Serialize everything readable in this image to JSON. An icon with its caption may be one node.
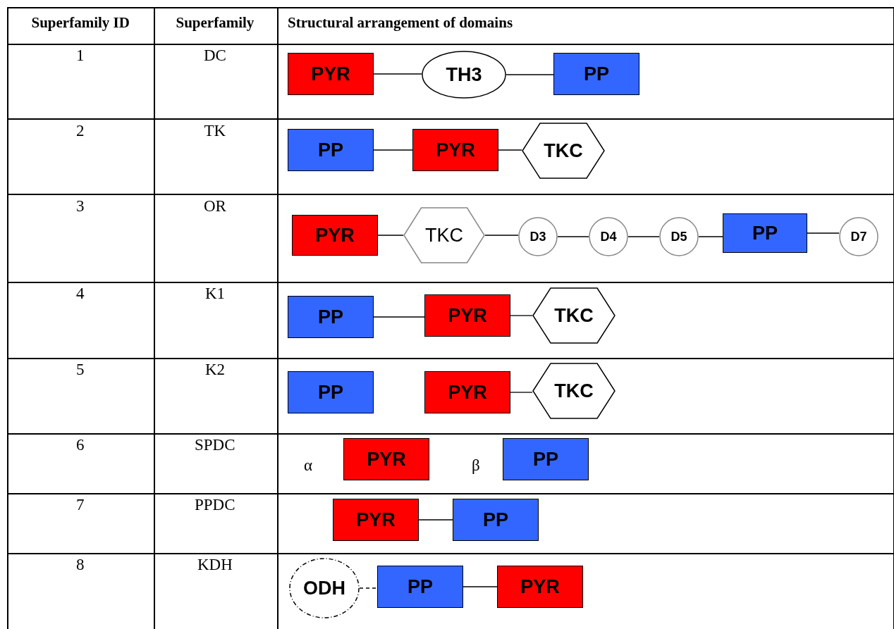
{
  "diagram": {
    "nodes": [
      {
        "text": [
          "PYR"
        ]
      },
      {
        "text": [
          "TH3"
        ]
      },
      {
        "text": [
          "PP"
        ]
      },
      {
        "text": [
          "PP"
        ]
      },
      {
        "text": [
          "PYR"
        ]
      },
      {
        "text": [
          "TKC"
        ]
      },
      {
        "text": [
          "PYR"
        ]
      },
      {
        "text": [
          "TKC"
        ]
      },
      {
        "text": [
          "D3"
        ]
      },
      {
        "text": [
          "D4"
        ]
      },
      {
        "text": [
          "D5"
        ]
      },
      {
        "text": [
          "PP"
        ]
      },
      {
        "text": [
          "D7"
        ]
      },
      {
        "text": [
          "PP"
        ]
      },
      {
        "text": [
          "PYR"
        ]
      },
      {
        "text": [
          "TKC"
        ]
      },
      {
        "text": [
          "PP"
        ]
      },
      {
        "text": [
          "PYR"
        ]
      },
      {
        "text": [
          "TKC"
        ]
      },
      {
        "text": [
          "PYR"
        ]
      },
      {
        "text": [
          "PP"
        ]
      },
      {
        "text": [
          "PYR"
        ]
      },
      {
        "text": [
          "PP"
        ]
      },
      {
        "text": [
          "ODH"
        ]
      },
      {
        "text": [
          "PP"
        ]
      },
      {
        "text": [
          "PYR"
        ]
      }
    ],
    "edges": [
      {
        "from": 0,
        "to": 1,
        "arrow": "none"
      },
      {
        "from": 1,
        "to": 2,
        "arrow": "none"
      },
      {
        "from": 3,
        "to": 4,
        "arrow": "none"
      },
      {
        "from": 4,
        "to": 5,
        "arrow": "none"
      },
      {
        "from": 6,
        "to": 7,
        "arrow": "none"
      },
      {
        "from": 7,
        "to": 8,
        "arrow": "none"
      },
      {
        "from": 8,
        "to": 9,
        "arrow": "none"
      },
      {
        "from": 9,
        "to": 10,
        "arrow": "none"
      },
      {
        "from": 10,
        "to": 11,
        "arrow": "none"
      },
      {
        "from": 11,
        "to": 12,
        "arrow": "none"
      },
      {
        "from": 13,
        "to": 14,
        "arrow": "none"
      },
      {
        "from": 14,
        "to": 15,
        "arrow": "none"
      },
      {
        "from": 17,
        "to": 18,
        "arrow": "none"
      },
      {
        "from": 21,
        "to": 22,
        "arrow": "none"
      },
      {
        "from": 23,
        "to": 24,
        "arrow": "none",
        "style": "dashed"
      },
      {
        "from": 24,
        "to": 25,
        "arrow": "none"
      }
    ],
    "labels": [
      "Superfamily ID",
      "Superfamily",
      "Structural arrangement of domains",
      "1",
      "DC",
      "2",
      "TK",
      "3",
      "OR",
      "4",
      "K1",
      "5",
      "K2",
      "6",
      "SPDC",
      "α",
      "β",
      "7",
      "PPDC",
      "8",
      "KDH"
    ]
  }
}
